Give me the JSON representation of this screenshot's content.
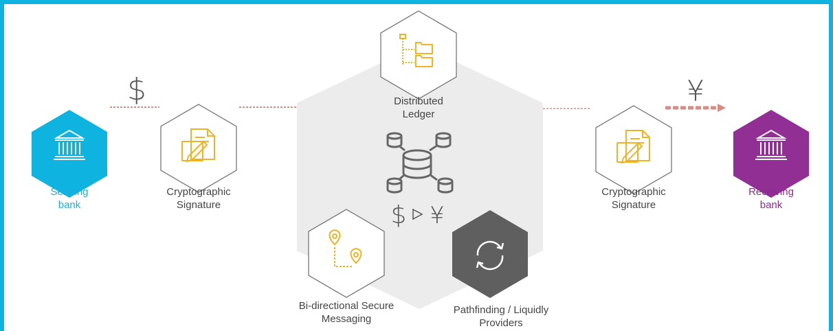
{
  "colors": {
    "frame": "#0fb3e0",
    "sending_bank": "#0fb3e0",
    "receiving_bank": "#912f95",
    "accent_yellow": "#f0b323",
    "icon_gray": "#666666",
    "hex_outline": "#6b6b6b",
    "center_fill": "#ececec",
    "dotted_line_red": "#d98b85",
    "dark_hex": "#5f5f5f"
  },
  "nodes": {
    "sending_bank": {
      "line1": "Sending",
      "line2": "bank",
      "icon": "bank-icon"
    },
    "crypto_signature_left": {
      "line1": "Cryptographic",
      "line2": "Signature",
      "icon": "signed-document-icon"
    },
    "distributed_ledger": {
      "line1": "Distributed",
      "line2": "Ledger",
      "icon": "folder-tree-icon"
    },
    "secure_messaging": {
      "line1": "Bi-directional Secure",
      "line2": "Messaging",
      "icon": "route-pins-icon"
    },
    "pathfinding": {
      "line1": "Pathfinding / Liquidly",
      "line2": "Providers",
      "icon": "refresh-icon"
    },
    "crypto_signature_right": {
      "line1": "Cryptographic",
      "line2": "Signature",
      "icon": "signed-document-icon"
    },
    "receiving_bank": {
      "line1": "Receiving",
      "line2": "bank",
      "icon": "bank-icon"
    }
  },
  "currency": {
    "source_symbol": "$",
    "target_symbol": "¥",
    "center_source": "$",
    "center_target": "¥",
    "center_arrow_icon": "triangle-arrow-icon",
    "center_icon": "database-network-icon"
  }
}
